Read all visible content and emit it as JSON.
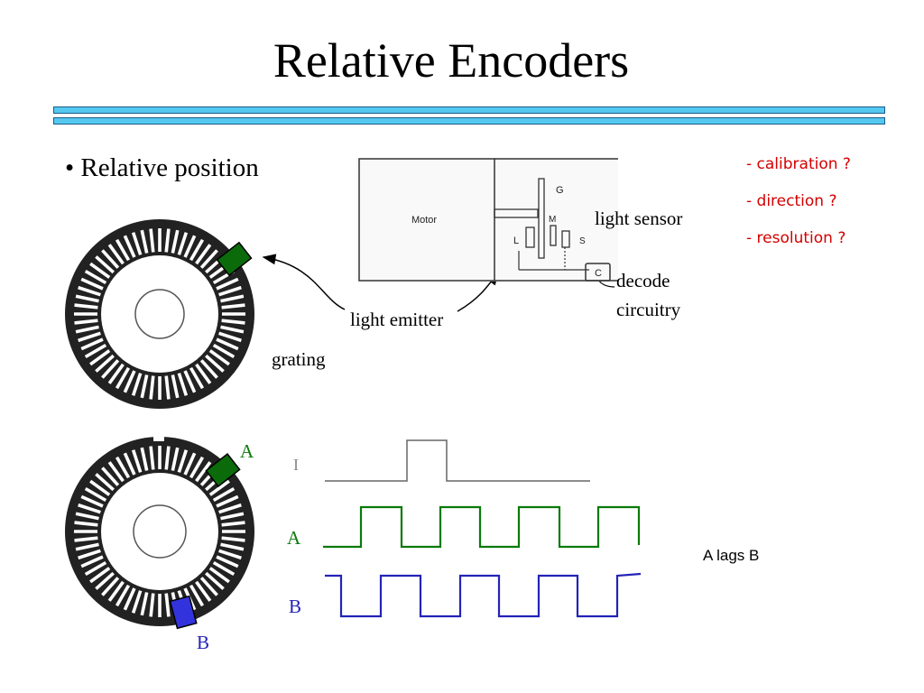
{
  "slide": {
    "title": "Relative Encoders",
    "bullet": "• Relative position"
  },
  "notes": [
    "- calibration ?",
    "- direction ?",
    "- resolution ?"
  ],
  "labels": {
    "light_sensor": "light sensor",
    "decode": "decode",
    "circuitry": "circuitry",
    "light_emitter": "light emitter",
    "grating": "grating",
    "disc_a": "A",
    "disc_b": "B",
    "wave_a": "A",
    "wave_b": "B",
    "wave_i": "I",
    "lags": "A lags B"
  },
  "motor_diagram": {
    "motor": "Motor",
    "g": "G",
    "m": "M",
    "l": "L",
    "s": "S",
    "c": "C"
  },
  "colors": {
    "channel_a": "#0a7a0a",
    "channel_b": "#2323b8",
    "notes": "#d40000",
    "rule": "#55c8f0"
  }
}
